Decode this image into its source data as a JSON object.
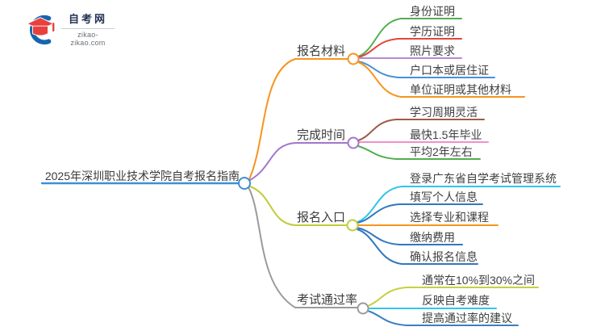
{
  "logo": {
    "site_name": "自考网",
    "site_domain": "zikao-zikao.com",
    "cap_color": "#e8403d",
    "crescent_color": "#1565ad"
  },
  "mindmap": {
    "root": {
      "label": "2025年深圳职业技术学院自考报名指南",
      "color": "#3d8fd6"
    },
    "branches": [
      {
        "label": "报名材料",
        "color": "#f7941e",
        "children": [
          {
            "label": "身份证明",
            "color": "#52ae52"
          },
          {
            "label": "学历证明",
            "color": "#e2453d"
          },
          {
            "label": "照片要求",
            "color": "#b18cd9"
          },
          {
            "label": "户口本或居住证",
            "color": "#4a90d9"
          },
          {
            "label": "单位证明或其他材料",
            "color": "#f7941e"
          }
        ]
      },
      {
        "label": "完成时间",
        "color": "#a276cc",
        "children": [
          {
            "label": "学习周期灵活",
            "color": "#9e5b47"
          },
          {
            "label": "最快1.5年毕业",
            "color": "#f191c7"
          },
          {
            "label": "平均2年左右",
            "color": "#52ae52"
          }
        ]
      },
      {
        "label": "报名入口",
        "color": "#c2cb38",
        "children": [
          {
            "label": "登录广东省自学考试管理系统",
            "color": "#32c5e9"
          },
          {
            "label": "填写个人信息",
            "color": "#3178be"
          },
          {
            "label": "选择专业和课程",
            "color": "#f7941e"
          },
          {
            "label": "缴纳费用",
            "color": "#3178be"
          },
          {
            "label": "确认报名信息",
            "color": "#3178be"
          }
        ]
      },
      {
        "label": "考试通过率",
        "color": "#9b9b9b",
        "children": [
          {
            "label": "通常在10%到30%之间",
            "color": "#c9cf3e"
          },
          {
            "label": "反映自考难度",
            "color": "#32c5e9"
          },
          {
            "label": "提高通过率的建议",
            "color": "#3a7fc2"
          }
        ]
      }
    ]
  }
}
